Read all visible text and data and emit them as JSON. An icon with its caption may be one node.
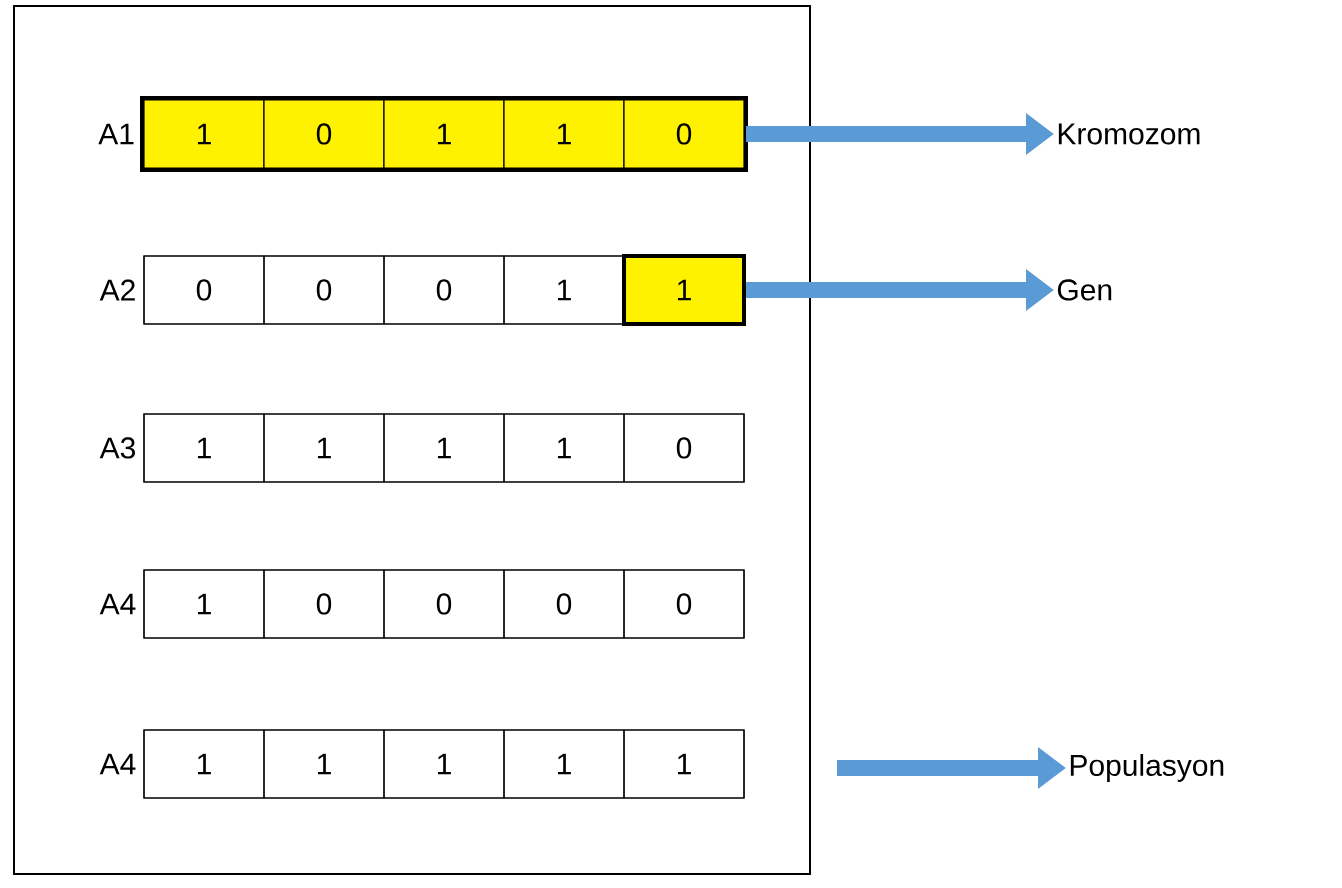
{
  "diagram": {
    "nodes": [
      {
        "text": [],
        "shape": "box"
      },
      {
        "text": [
          "A1"
        ],
        "in": 0
      },
      {
        "text": [
          "1"
        ],
        "in": 1
      },
      {
        "text": [
          "0"
        ],
        "in": 1
      },
      {
        "text": [
          "1"
        ],
        "in": 1
      },
      {
        "text": [
          "1"
        ],
        "in": 1
      },
      {
        "text": [
          "0"
        ],
        "in": 1
      },
      {
        "text": [
          "A2"
        ],
        "in": 0
      },
      {
        "text": [
          "0"
        ],
        "in": 7
      },
      {
        "text": [
          "0"
        ],
        "in": 7
      },
      {
        "text": [
          "0"
        ],
        "in": 7
      },
      {
        "text": [
          "1"
        ],
        "in": 7
      },
      {
        "text": [
          "1"
        ],
        "in": 7
      },
      {
        "text": [
          "A3"
        ],
        "in": 0
      },
      {
        "text": [
          "1"
        ],
        "in": 13
      },
      {
        "text": [
          "1"
        ],
        "in": 13
      },
      {
        "text": [
          "1"
        ],
        "in": 13
      },
      {
        "text": [
          "1"
        ],
        "in": 13
      },
      {
        "text": [
          "0"
        ],
        "in": 13
      },
      {
        "text": [
          "A4"
        ],
        "in": 0
      },
      {
        "text": [
          "1"
        ],
        "in": 19
      },
      {
        "text": [
          "0"
        ],
        "in": 19
      },
      {
        "text": [
          "0"
        ],
        "in": 19
      },
      {
        "text": [
          "0"
        ],
        "in": 19
      },
      {
        "text": [
          "0"
        ],
        "in": 19
      },
      {
        "text": [
          "A4"
        ],
        "in": 0
      },
      {
        "text": [
          "1"
        ],
        "in": 25
      },
      {
        "text": [
          "1"
        ],
        "in": 25
      },
      {
        "text": [
          "1"
        ],
        "in": 25
      },
      {
        "text": [
          "1"
        ],
        "in": 25
      },
      {
        "text": [
          "1"
        ],
        "in": 25
      },
      {
        "text": [
          "Kromozom"
        ]
      },
      {
        "text": [
          "Gen"
        ]
      },
      {
        "text": [
          "Populasyon"
        ]
      }
    ],
    "edges": [
      {
        "from": 1,
        "to": 31,
        "arrow": "to"
      },
      {
        "from": 12,
        "to": 32,
        "arrow": "to"
      },
      {
        "from": 0,
        "to": 33,
        "arrow": "to"
      }
    ]
  }
}
